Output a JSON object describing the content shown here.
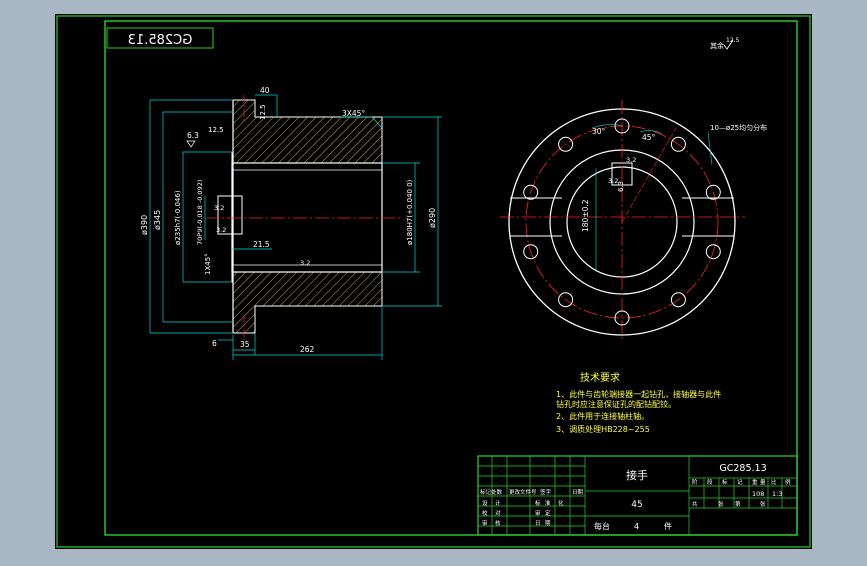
{
  "drawing": {
    "title_box_mirrored": "GC285.13",
    "roughness_general": "12.5",
    "colors": {
      "background": "#a9b6c4",
      "canvas": "#000000",
      "frame": "#2bd02b",
      "outline": "#ffffff",
      "dimension": "#00d8d8",
      "hatch": "#c8b13a",
      "center": "#ff2020",
      "note": "#ffff40",
      "text": "#ffffff"
    }
  },
  "front_view": {
    "dims": {
      "d40": "40",
      "d3x45": "3X45°",
      "d6_3": "6.3",
      "d12_5_left": "12.5",
      "d12_5_top": "12.5",
      "d390": "ø390",
      "d345": "ø345",
      "d235": "ø235h7(-0.046)",
      "d70": "70P9(-0.018 -0.092)",
      "d3_2a": "3.2",
      "d3_2b": "3.2",
      "d3_2c": "3.2",
      "d1x45": "1X45°",
      "d21_5": "21.5",
      "d6": "6",
      "d35": "35",
      "d262": "262",
      "d180": "ø180H7(+0.040 0)",
      "d290": "ø290"
    }
  },
  "side_view": {
    "dims": {
      "d30": "30°",
      "d45": "45°",
      "d6_3": "6.3",
      "d180_2": "180±0.2",
      "holes": "10—ø25均匀分布",
      "d3_2a": "3.2",
      "d3_2b": "3.2"
    }
  },
  "notes": {
    "title": "技术要求",
    "lines": [
      "1、此件与齿轮端接器一起钻孔，接轴器与此件",
      "   钻孔时应注意保证孔的配钻配铰。",
      "2、此件用于连接轴柱轴。",
      "3、调质处理HB228~255"
    ]
  },
  "title_block": {
    "part_name": "接手",
    "material": "45",
    "drawing_no": "GC285.13",
    "weight": "108",
    "scale": "1:3",
    "quantity_label": "每台",
    "quantity": "4",
    "unit": "件",
    "header_cells": [
      "阶",
      "段",
      "标",
      "记",
      "重",
      "量",
      "比",
      "例"
    ],
    "sheet_cells": [
      "共",
      "张",
      "第",
      "张"
    ],
    "left_header_1": "标记处数",
    "left_header_2": "更改文件号",
    "left_header_3": "签字",
    "left_header_4": "日期",
    "left_rows": [
      [
        "设",
        "计",
        "标",
        "准",
        "化"
      ],
      [
        "校",
        "对",
        "审",
        "定"
      ],
      [
        "审",
        "核",
        "日",
        "期"
      ]
    ]
  }
}
